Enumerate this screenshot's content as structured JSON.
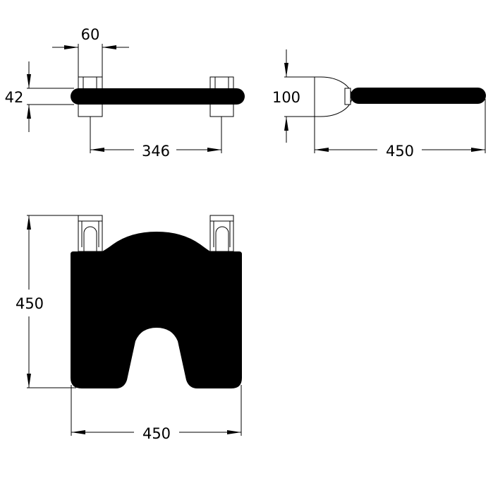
{
  "drawing": {
    "side_view": {
      "width_label": "60",
      "height_label": "42",
      "spacing_label": "346"
    },
    "end_view": {
      "height_label": "100",
      "length_label": "450"
    },
    "plan_view": {
      "depth_label": "450",
      "width_label": "450"
    },
    "colors": {
      "ink": "#000000",
      "paper": "#ffffff"
    }
  }
}
